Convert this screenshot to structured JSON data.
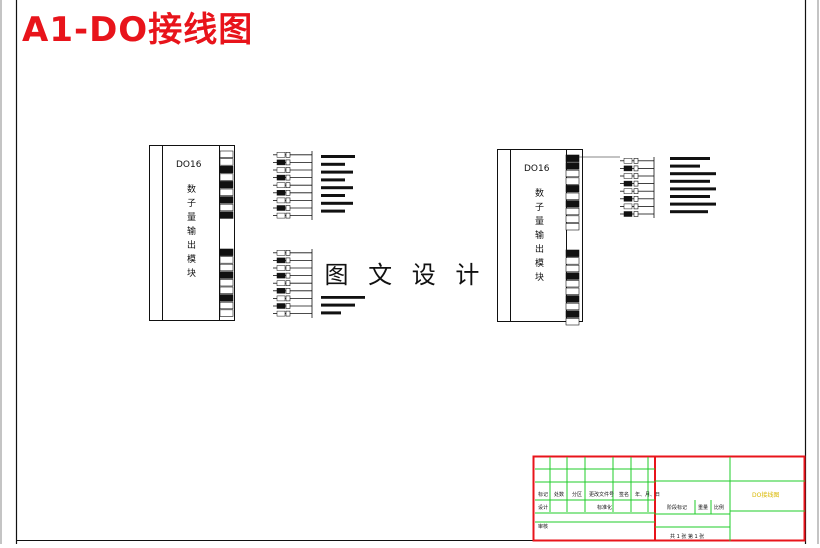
{
  "title": "A1-DO接线图",
  "watermark": "图 文 设 计",
  "modules": [
    {
      "id": "left",
      "model": "DO16",
      "chars": [
        "数",
        "子",
        "量",
        "输",
        "出",
        "模",
        "块"
      ]
    },
    {
      "id": "right",
      "model": "DO16",
      "chars": [
        "数",
        "子",
        "量",
        "输",
        "出",
        "模",
        "块"
      ]
    }
  ],
  "title_block": {
    "header_cells": [
      "标记",
      "处数",
      "分区",
      "更改文件号",
      "签名",
      "年、月、日"
    ],
    "row_design": "设计",
    "row_standard": "标准化",
    "row_review": "审核",
    "stage_label": "阶段标记",
    "weight_label": "重量",
    "scale_label": "比例",
    "sheets": "共 1 张   第 1 张",
    "drawing_name": "DO接线图"
  }
}
